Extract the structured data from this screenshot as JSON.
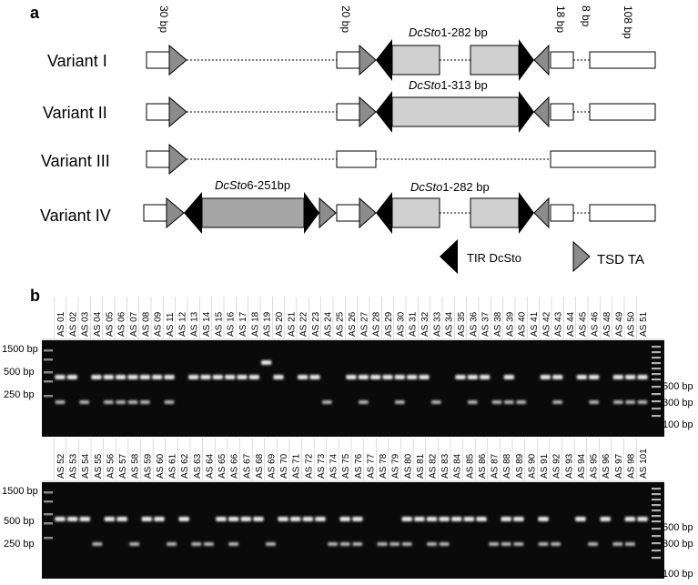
{
  "panel_a": {
    "label": "a",
    "bp_labels": [
      "30 bp",
      "20 bp",
      "18 bp",
      "8 bp",
      "108 bp"
    ],
    "variants": [
      {
        "name": "Variant I",
        "element": {
          "italic": "DcSto",
          "rest": "1-282 bp"
        }
      },
      {
        "name": "Variant II",
        "element": {
          "italic": "DcSto",
          "rest": "1-313 bp"
        }
      },
      {
        "name": "Variant III"
      },
      {
        "name": "Variant IV",
        "element": {
          "italic": "DcSto",
          "rest": "1-282 bp"
        },
        "element2": {
          "italic": "DcSto",
          "rest": "6-251bp"
        }
      }
    ],
    "legend": {
      "tir": "TIR DcSto",
      "tsd": "TSD TA"
    }
  },
  "panel_b": {
    "label": "b",
    "ladder_left": [
      "1500 bp",
      "500 bp",
      "250 bp"
    ],
    "ladder_right": [
      "500 bp",
      "300 bp",
      "100 bp"
    ],
    "gel1_lanes": [
      "AS 01",
      "AS 02",
      "AS 03",
      "AS 04",
      "AS 05",
      "AS 06",
      "AS 07",
      "AS 08",
      "AS 09",
      "AS 11",
      "AS 12",
      "AS 13",
      "AS 14",
      "AS 15",
      "AS 16",
      "AS 17",
      "AS 18",
      "AS 19",
      "AS 20",
      "AS 21",
      "AS 22",
      "AS 23",
      "AS 24",
      "AS 25",
      "AS 26",
      "AS 27",
      "AS 28",
      "AS 29",
      "AS 30",
      "AS 31",
      "AS 32",
      "AS 33",
      "AS 34",
      "AS 35",
      "AS 36",
      "AS 37",
      "AS 38",
      "AS 39",
      "AS 40",
      "AS 41",
      "AS 42",
      "AS 43",
      "AS 44",
      "AS 45",
      "AS 46",
      "AS 48",
      "AS 49",
      "AS 50",
      "AS 51"
    ],
    "gel2_lanes": [
      "AS 52",
      "AS 53",
      "AS 54",
      "AS 55",
      "AS 56",
      "AS 57",
      "AS 58",
      "AS 59",
      "AS 60",
      "AS 61",
      "AS 62",
      "AS 63",
      "AS 64",
      "AS 65",
      "AS 66",
      "AS 67",
      "AS 68",
      "AS 69",
      "AS 70",
      "AS 71",
      "AS 72",
      "AS 73",
      "AS 74",
      "AS 75",
      "AS 76",
      "AS 77",
      "AS 78",
      "AS 79",
      "AS 80",
      "AS 81",
      "AS 82",
      "AS 83",
      "AS 84",
      "AS 85",
      "AS 86",
      "AS 87",
      "AS 88",
      "AS 89",
      "AS 90",
      "AS 91",
      "AS 92",
      "AS 93",
      "AS 94",
      "AS 95",
      "AS 96",
      "AS 97",
      "AS 98",
      "AS 101"
    ],
    "gel1_bands_upper": [
      1,
      1,
      0,
      1,
      1,
      1,
      1,
      1,
      1,
      1,
      0,
      1,
      1,
      1,
      1,
      1,
      1,
      2,
      1,
      0,
      1,
      1,
      0,
      0,
      1,
      1,
      1,
      1,
      1,
      1,
      1,
      0,
      0,
      1,
      1,
      1,
      0,
      1,
      0,
      0,
      1,
      1,
      0,
      1,
      1,
      0,
      1,
      1,
      1
    ],
    "gel1_bands_lower": [
      1,
      0,
      1,
      0,
      1,
      1,
      1,
      1,
      0,
      1,
      0,
      0,
      0,
      0,
      0,
      0,
      0,
      0,
      0,
      0,
      0,
      0,
      1,
      0,
      0,
      1,
      0,
      0,
      1,
      0,
      0,
      1,
      0,
      0,
      1,
      0,
      1,
      1,
      1,
      0,
      0,
      1,
      0,
      0,
      1,
      0,
      1,
      1,
      1
    ],
    "gel2_bands_upper": [
      1,
      1,
      1,
      0,
      1,
      1,
      0,
      1,
      1,
      0,
      1,
      0,
      0,
      1,
      1,
      1,
      1,
      0,
      1,
      1,
      1,
      1,
      0,
      1,
      1,
      0,
      0,
      0,
      1,
      1,
      1,
      1,
      1,
      1,
      1,
      0,
      1,
      1,
      0,
      1,
      0,
      0,
      1,
      0,
      1,
      0,
      1,
      1
    ],
    "gel2_bands_lower": [
      0,
      0,
      0,
      1,
      0,
      0,
      1,
      0,
      0,
      1,
      0,
      1,
      1,
      0,
      1,
      0,
      0,
      1,
      0,
      0,
      0,
      0,
      1,
      1,
      1,
      0,
      1,
      1,
      1,
      0,
      1,
      1,
      0,
      0,
      0,
      1,
      1,
      1,
      0,
      1,
      1,
      0,
      0,
      1,
      0,
      1,
      1,
      0
    ],
    "colors": {
      "gel": "#0a0a0a",
      "band": "#e8e8e8"
    }
  }
}
